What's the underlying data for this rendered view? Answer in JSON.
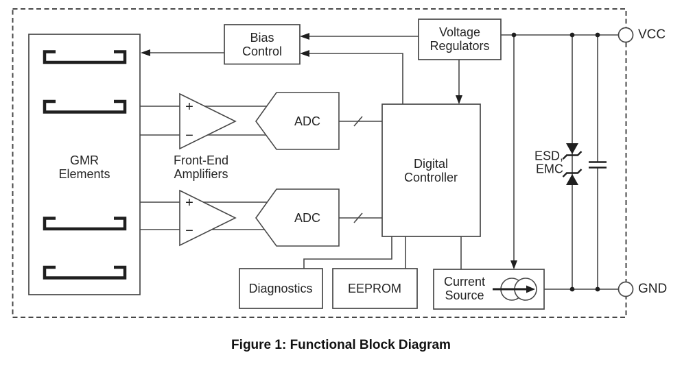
{
  "figure": {
    "caption": "Figure 1: Functional Block Diagram"
  },
  "blocks": {
    "gmr": {
      "line1": "GMR",
      "line2": "Elements"
    },
    "front_end": {
      "line1": "Front-End",
      "line2": "Amplifiers"
    },
    "bias": {
      "line1": "Bias",
      "line2": "Control"
    },
    "vreg": {
      "line1": "Voltage",
      "line2": "Regulators"
    },
    "adc1": {
      "label": "ADC"
    },
    "adc2": {
      "label": "ADC"
    },
    "digital_controller": {
      "line1": "Digital",
      "line2": "Controller"
    },
    "diagnostics": {
      "label": "Diagnostics"
    },
    "eeprom": {
      "label": "EEPROM"
    },
    "current_source": {
      "line1": "Current",
      "line2": "Source"
    }
  },
  "terminals": {
    "vcc": "VCC",
    "gnd": "GND"
  },
  "annotations": {
    "esd_line1": "ESD,",
    "esd_line2": "EMC",
    "amp_plus": "+",
    "amp_minus": "−"
  },
  "icons": {
    "gmr_element": "resistor-bracket-icon",
    "opamp": "opamp-triangle-icon",
    "bus_slash": "bus-width-slash-icon",
    "zener": "back-to-back-zener-diode-icon",
    "capacitor": "capacitor-plates-icon",
    "current_source": "double-circle-current-source-icon",
    "terminal": "open-circle-terminal-icon"
  },
  "colors": {
    "line": "#474747",
    "symbol": "#1f1f1f",
    "text": "#242424",
    "background": "#ffffff"
  }
}
